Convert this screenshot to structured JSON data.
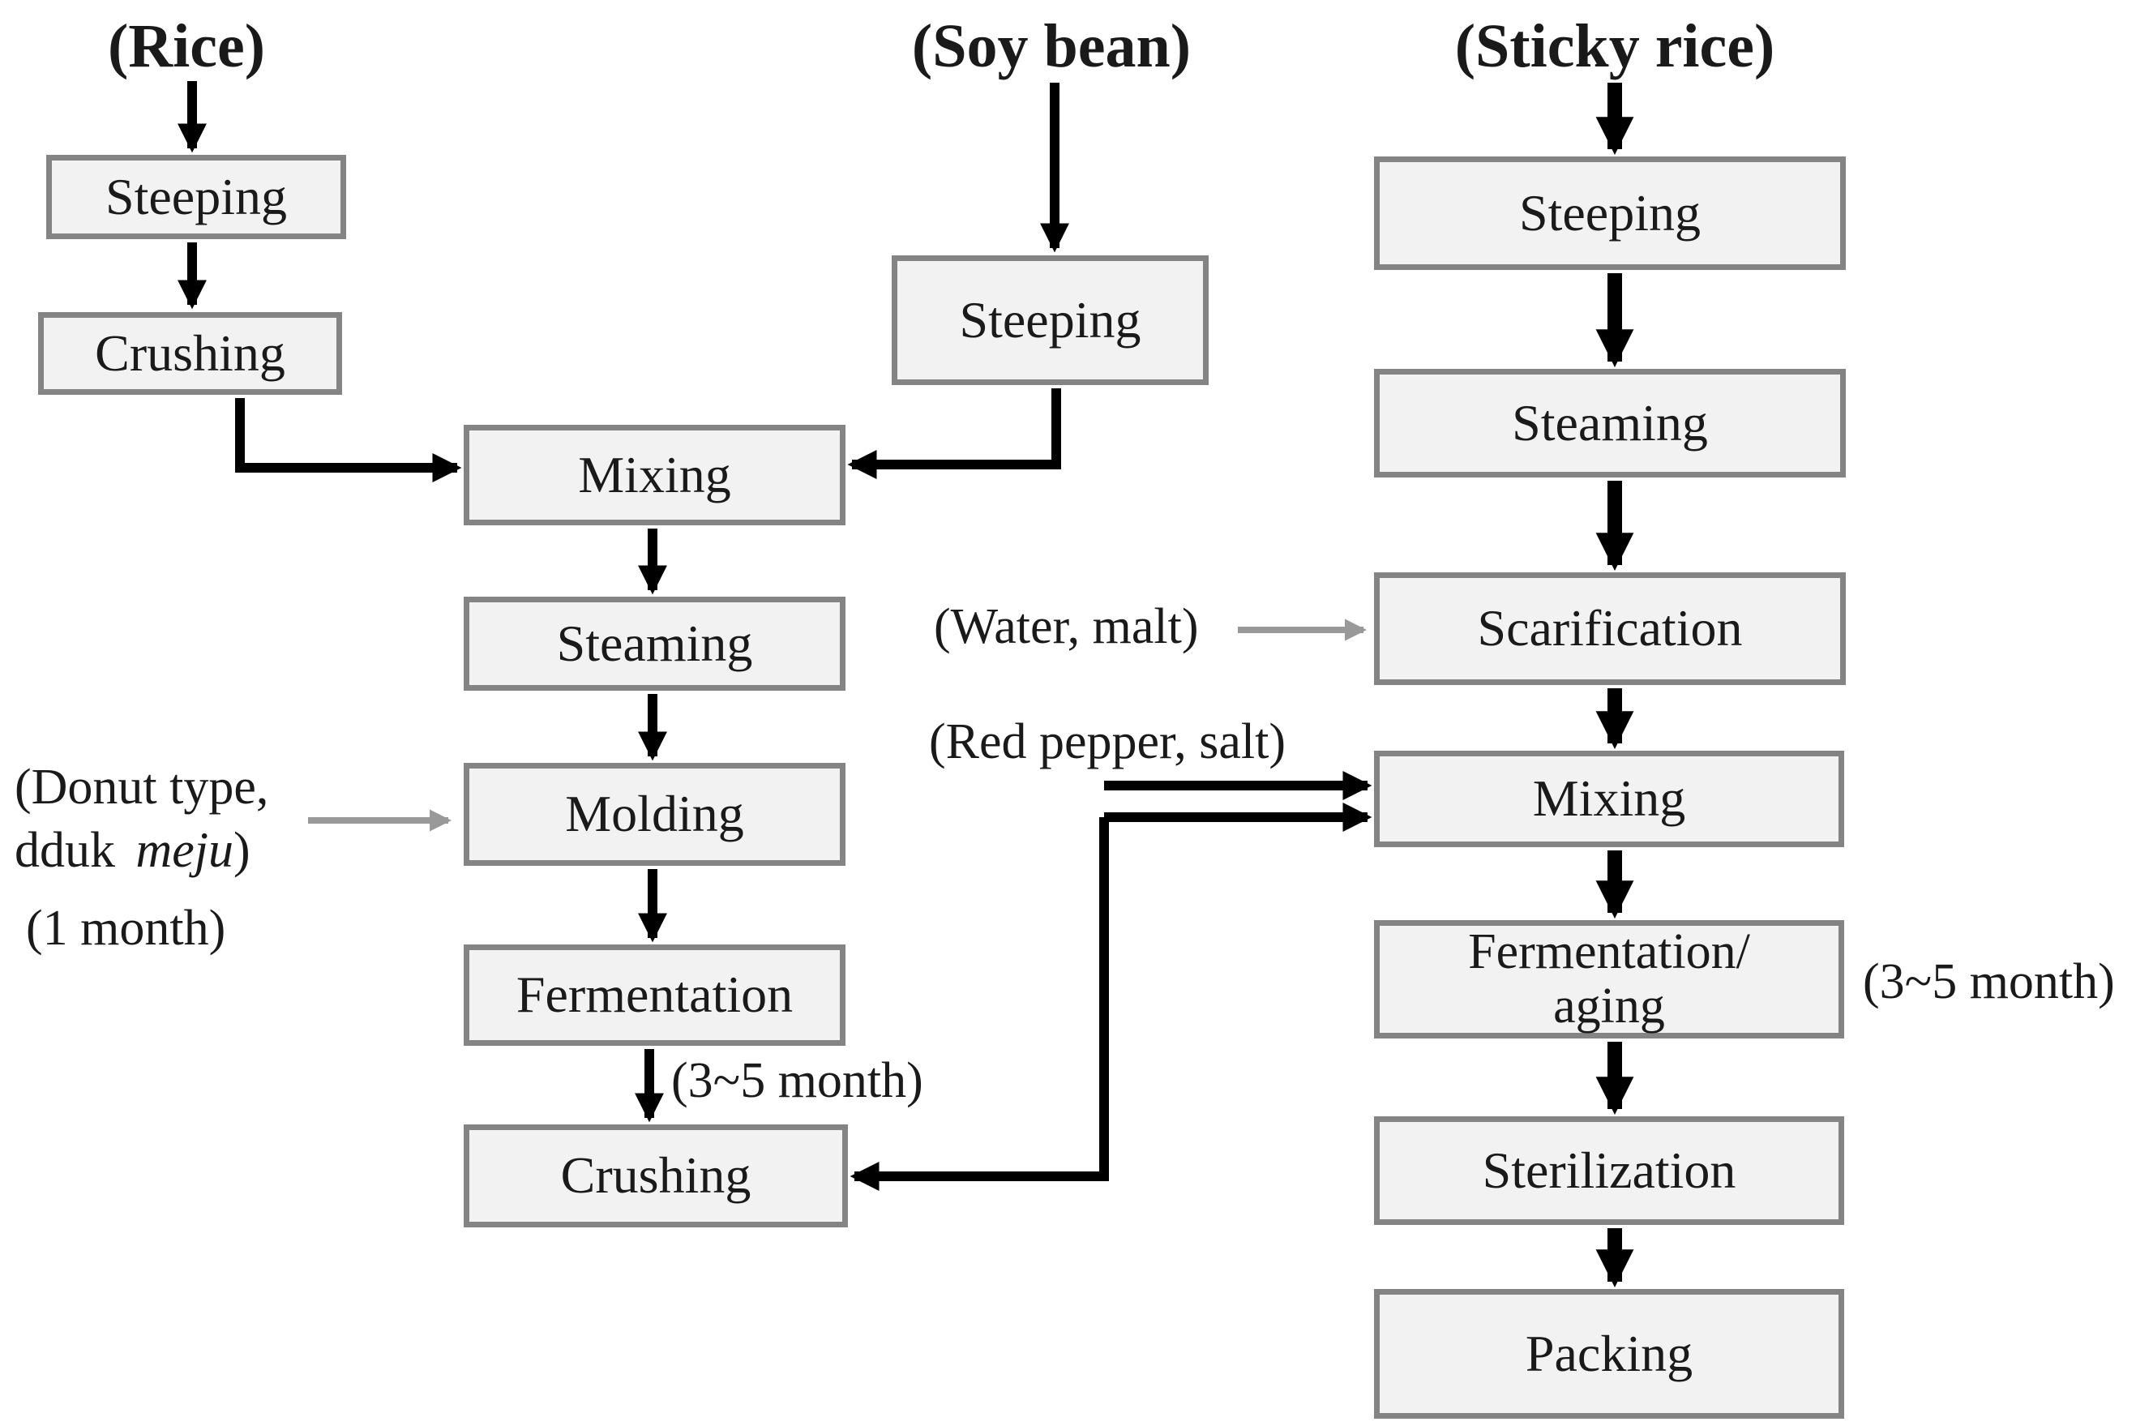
{
  "colors": {
    "box_fill": "#f2f2f2",
    "box_border": "#848484",
    "text": "#1a1a1a",
    "arrow_black": "#000000",
    "arrow_gray": "#999999"
  },
  "headers": {
    "rice": "(Rice)",
    "soy_bean": "(Soy bean)",
    "sticky_rice": "(Sticky rice)"
  },
  "boxes": {
    "rice_steeping": "Steeping",
    "rice_crushing": "Crushing",
    "soy_steeping": "Steeping",
    "merged_mixing": "Mixing",
    "merged_steaming": "Steaming",
    "merged_molding": "Molding",
    "merged_fermentation": "Fermentation",
    "merged_crushing": "Crushing",
    "sticky_steeping": "Steeping",
    "sticky_steaming": "Steaming",
    "sticky_scarification": "Scarification",
    "sticky_mixing": "Mixing",
    "sticky_fermentation_aging": "Fermentation/\naging",
    "sticky_sterilization": "Sterilization",
    "sticky_packing": "Packing"
  },
  "annotations": {
    "molding_note_line1": "(Donut type,",
    "molding_note_line2_prefix": "dduk ",
    "molding_note_line2_italic": "meju",
    "molding_note_line2_suffix": ")",
    "molding_duration": "(1 month)",
    "scarification_input": "(Water, malt)",
    "mixing_input": "(Red pepper, salt)",
    "fermentation_duration_left": "(3~5 month)",
    "fermentation_duration_right": "(3~5 month)"
  },
  "edges": [
    {
      "from": "rice",
      "to": "rice_steeping"
    },
    {
      "from": "rice_steeping",
      "to": "rice_crushing"
    },
    {
      "from": "rice_crushing",
      "to": "merged_mixing"
    },
    {
      "from": "soy_bean",
      "to": "soy_steeping"
    },
    {
      "from": "soy_steeping",
      "to": "merged_mixing"
    },
    {
      "from": "merged_mixing",
      "to": "merged_steaming"
    },
    {
      "from": "merged_steaming",
      "to": "merged_molding"
    },
    {
      "from": "molding_note",
      "to": "merged_molding"
    },
    {
      "from": "merged_molding",
      "to": "merged_fermentation"
    },
    {
      "from": "merged_fermentation",
      "to": "merged_crushing",
      "label": "(3~5 month)"
    },
    {
      "from": "mixing_input",
      "to": "sticky_mixing"
    },
    {
      "from": "mixing_input",
      "to": "merged_crushing"
    },
    {
      "from": "sticky_rice",
      "to": "sticky_steeping"
    },
    {
      "from": "sticky_steeping",
      "to": "sticky_steaming"
    },
    {
      "from": "sticky_steaming",
      "to": "sticky_scarification"
    },
    {
      "from": "scarification_input",
      "to": "sticky_scarification"
    },
    {
      "from": "sticky_scarification",
      "to": "sticky_mixing"
    },
    {
      "from": "sticky_mixing",
      "to": "sticky_fermentation_aging",
      "label": "(3~5 month)"
    },
    {
      "from": "sticky_fermentation_aging",
      "to": "sticky_sterilization"
    },
    {
      "from": "sticky_sterilization",
      "to": "sticky_packing"
    }
  ]
}
